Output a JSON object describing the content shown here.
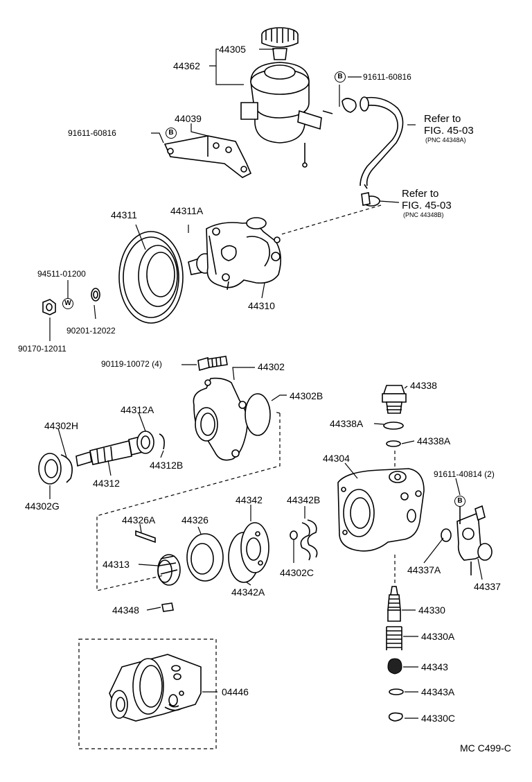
{
  "labels": {
    "p44305": "44305",
    "p44362": "44362",
    "p91611_60816_top": "91611-60816",
    "p44039": "44039",
    "p91611_60816_left": "91611-60816",
    "refer_top_1": "Refer to",
    "refer_top_2": "FIG. 45-03",
    "refer_top_3": "(PNC 44348A)",
    "refer_mid_1": "Refer to",
    "refer_mid_2": "FIG. 45-03",
    "refer_mid_3": "(PNC 44348B)",
    "p44311": "44311",
    "p44311A": "44311A",
    "p94511": "94511-01200",
    "p90201": "90201-12022",
    "p90170": "90170-12011",
    "p44310": "44310",
    "p90119": "90119-10072 (4)",
    "p44302": "44302",
    "p44302B": "44302B",
    "p44338": "44338",
    "p44338A_1": "44338A",
    "p44338A_2": "44338A",
    "p44302H": "44302H",
    "p44312A": "44312A",
    "p44312B": "44312B",
    "p44312": "44312",
    "p44302G": "44302G",
    "p44304": "44304",
    "p91611_40814": "91611-40814 (2)",
    "p44326A": "44326A",
    "p44326": "44326",
    "p44342": "44342",
    "p44342B": "44342B",
    "p44313": "44313",
    "p44302C": "44302C",
    "p44342A": "44342A",
    "p44337A": "44337A",
    "p44337": "44337",
    "p44348": "44348",
    "p44330": "44330",
    "p44330A": "44330A",
    "p44343": "44343",
    "p04446": "04446",
    "p44343A": "44343A",
    "p44330C": "44330C",
    "ref_code": "MC  C499-C"
  },
  "symbols": {
    "b1": "B",
    "b2": "B",
    "b3": "B",
    "w": "W"
  }
}
